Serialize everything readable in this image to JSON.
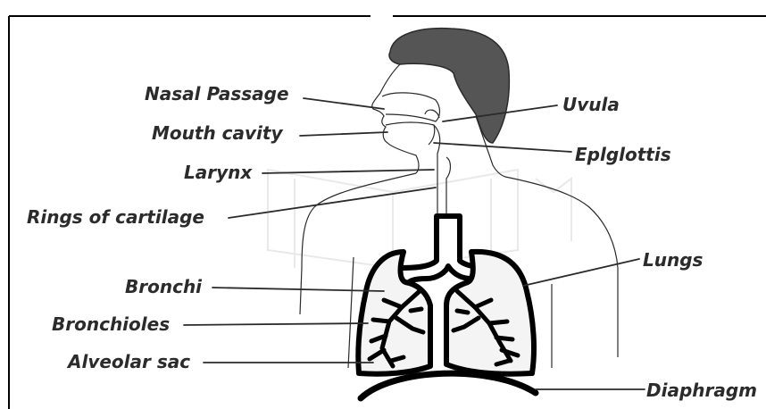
{
  "diagram": {
    "labels": {
      "nasal_passage": "Nasal Passage",
      "mouth_cavity": "Mouth cavity",
      "larynx": "Larynx",
      "rings_of_cartilage": "Rings of cartilage",
      "bronchi": "Bronchi",
      "bronchioles": "Bronchioles",
      "alveolar_sac": "Alveolar sac",
      "uvula": "Uvula",
      "epiglottis": "Eplglottis",
      "lungs": "Lungs",
      "diaphragm": "Diaphragm"
    },
    "colors": {
      "hair": "#555555",
      "outline": "#2b2b2b",
      "lung_fill": "#f4f4f4"
    }
  }
}
